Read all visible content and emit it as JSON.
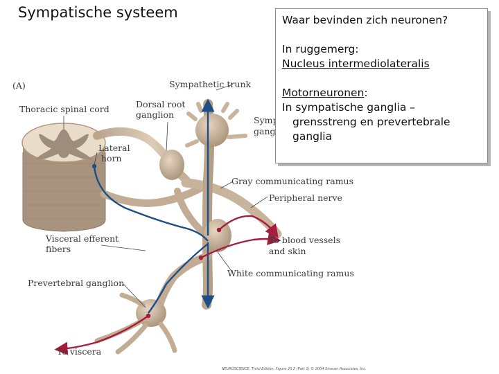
{
  "slide": {
    "title": "Sympatische systeem"
  },
  "textbox": {
    "question": "Waar bevinden zich neuronen?",
    "line1": "In ruggemerg:",
    "line2": "Nucleus intermediolateralis",
    "line3_term": "Motorneuronen",
    "line3_colon": ":",
    "line4": "In sympatische ganglia –",
    "line5": "grensstreng en prevertebrale",
    "line6": "ganglia"
  },
  "figure": {
    "panel_label": "(A)",
    "labels": {
      "thoracic_spinal_cord": "Thoracic spinal cord",
      "dorsal_root_1": "Dorsal root",
      "dorsal_root_2": "ganglion",
      "sympathetic_trunk": "Sympathetic trunk",
      "symp_partial_1": "Symp",
      "symp_partial_2": "gangl",
      "lateral_1": "Lateral",
      "lateral_2": "horn",
      "gray_ramus": "Gray communicating ramus",
      "peripheral_nerve": "Peripheral nerve",
      "visceral_1": "Visceral efferent",
      "visceral_2": "fibers",
      "blood_1": "To blood vessels",
      "blood_2": "and skin",
      "white_ramus": "White communicating ramus",
      "prevertebral": "Prevertebral ganglion",
      "viscera": "To viscera"
    },
    "credit": "NEUROSCIENCE, Third Edition, Figure 20.2 (Part 1) © 2004 Sinauer Associates, Inc.",
    "colors": {
      "nerve": "#cdb9a2",
      "nerve_dark": "#9c8670",
      "blue_axon": "#1f4e86",
      "red_axon": "#a51c3c",
      "gray_matter": "#9e8d7c"
    }
  }
}
